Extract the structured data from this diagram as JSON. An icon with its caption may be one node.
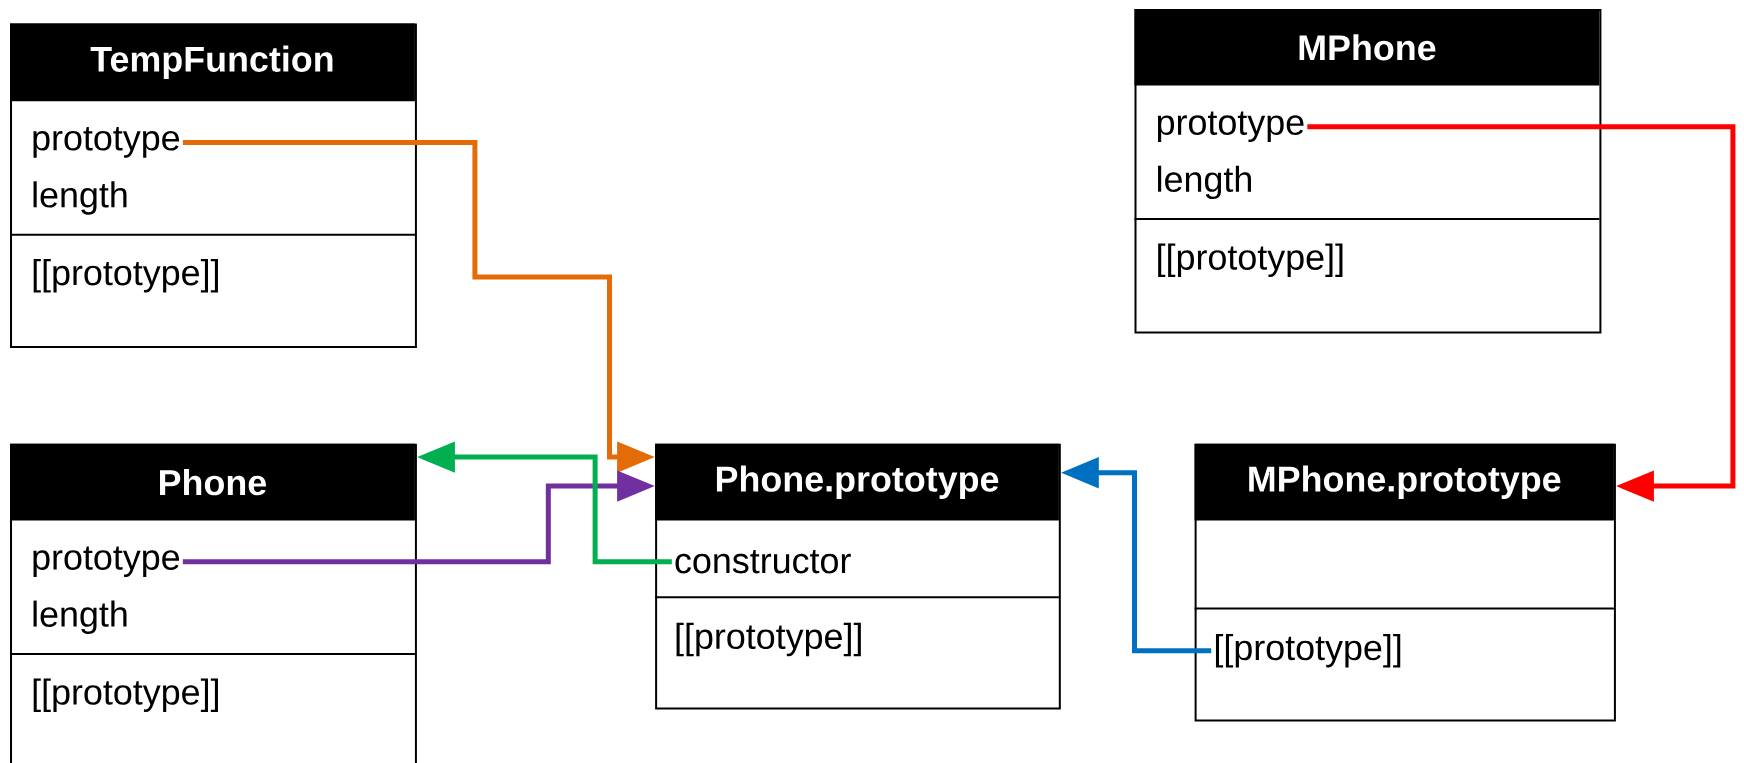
{
  "diagram": {
    "nodes": [
      {
        "text": [
          "TempFunction"
        ]
      },
      {
        "text": [
          "prototype"
        ],
        "in": 0
      },
      {
        "text": [
          "length"
        ],
        "in": 0
      },
      {
        "text": [
          "[[prototype]]"
        ],
        "in": 0
      },
      {
        "text": [
          "MPhone"
        ]
      },
      {
        "text": [
          "prototype"
        ],
        "in": 4
      },
      {
        "text": [
          "length"
        ],
        "in": 4
      },
      {
        "text": [
          "[[prototype]]"
        ],
        "in": 4
      },
      {
        "text": [
          "Phone"
        ]
      },
      {
        "text": [
          "prototype"
        ],
        "in": 8
      },
      {
        "text": [
          "length"
        ],
        "in": 8
      },
      {
        "text": [
          "[[prototype]]"
        ],
        "in": 8
      },
      {
        "text": [
          "Phone.prototype"
        ]
      },
      {
        "text": [
          "constructor"
        ],
        "in": 12
      },
      {
        "text": [
          "[[prototype]]"
        ],
        "in": 12
      },
      {
        "text": [
          "MPhone.prototype"
        ]
      },
      {
        "text": [
          "[[prototype]]"
        ],
        "in": 15
      }
    ],
    "edges": [
      {
        "from": 1,
        "to": 12,
        "arrow": "to",
        "color": "#e36c09"
      },
      {
        "from": 5,
        "to": 15,
        "arrow": "to",
        "color": "#ff0000"
      },
      {
        "from": 9,
        "to": 12,
        "arrow": "to",
        "color": "#7030a0"
      },
      {
        "from": 13,
        "to": 8,
        "arrow": "to",
        "color": "#00b050"
      },
      {
        "from": 16,
        "to": 12,
        "arrow": "to",
        "color": "#0070c0"
      }
    ]
  }
}
